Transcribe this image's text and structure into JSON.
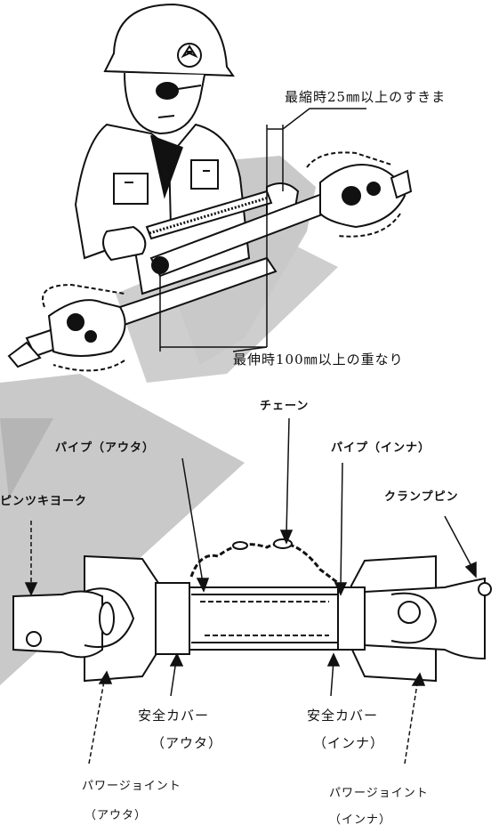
{
  "upper": {
    "gap_label": "最縮時25㎜以上のすきま",
    "overlap_label": "最伸時100㎜以上の重なり"
  },
  "lower": {
    "chain": "チェーン",
    "pipe_outer": "パイプ（アウタ）",
    "pipe_inner": "パイプ（インナ）",
    "pin_yoke": "ピンツキヨーク",
    "clamp_pin": "クランプピン",
    "cover_outer_1": "安全カバー",
    "cover_outer_2": "（アウタ）",
    "cover_inner_1": "安全カバー",
    "cover_inner_2": "（インナ）",
    "pj_outer_1": "パワージョイント",
    "pj_outer_2": "（アウタ）",
    "pj_inner_1": "パワージョイント",
    "pj_inner_2": "（インナ）"
  },
  "colors": {
    "line": "#111111",
    "watermark": "#c8c8c8"
  }
}
